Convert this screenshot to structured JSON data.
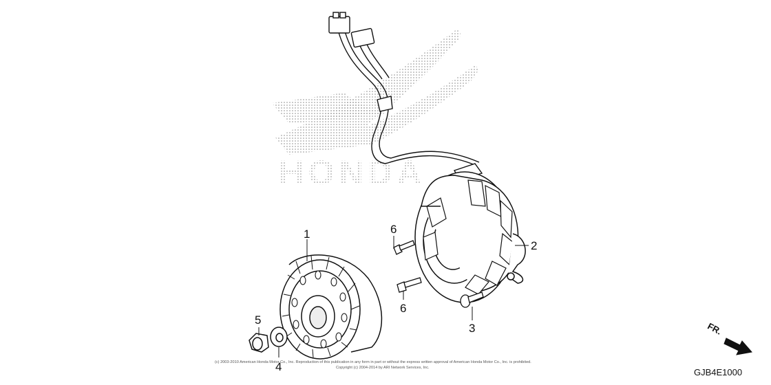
{
  "diagram": {
    "callouts": [
      {
        "id": "1",
        "label": "1"
      },
      {
        "id": "2",
        "label": "2"
      },
      {
        "id": "3",
        "label": "3"
      },
      {
        "id": "4",
        "label": "4"
      },
      {
        "id": "5",
        "label": "5"
      },
      {
        "id": "6a",
        "label": "6"
      },
      {
        "id": "6b",
        "label": "6"
      }
    ],
    "watermark_text": "HONDA",
    "copyright_line1": "(c) 2003-2010 American Honda Motor Co., Inc. Reproduction of this publication in any form in part or without the express written approval of American Honda Motor Co., Inc. is prohibited.",
    "copyright_line2": "Copyright (c) 2004-2014 by ARI Network Services, Inc.",
    "front_label": "FR.",
    "diagram_code": "GJB4E1000"
  }
}
